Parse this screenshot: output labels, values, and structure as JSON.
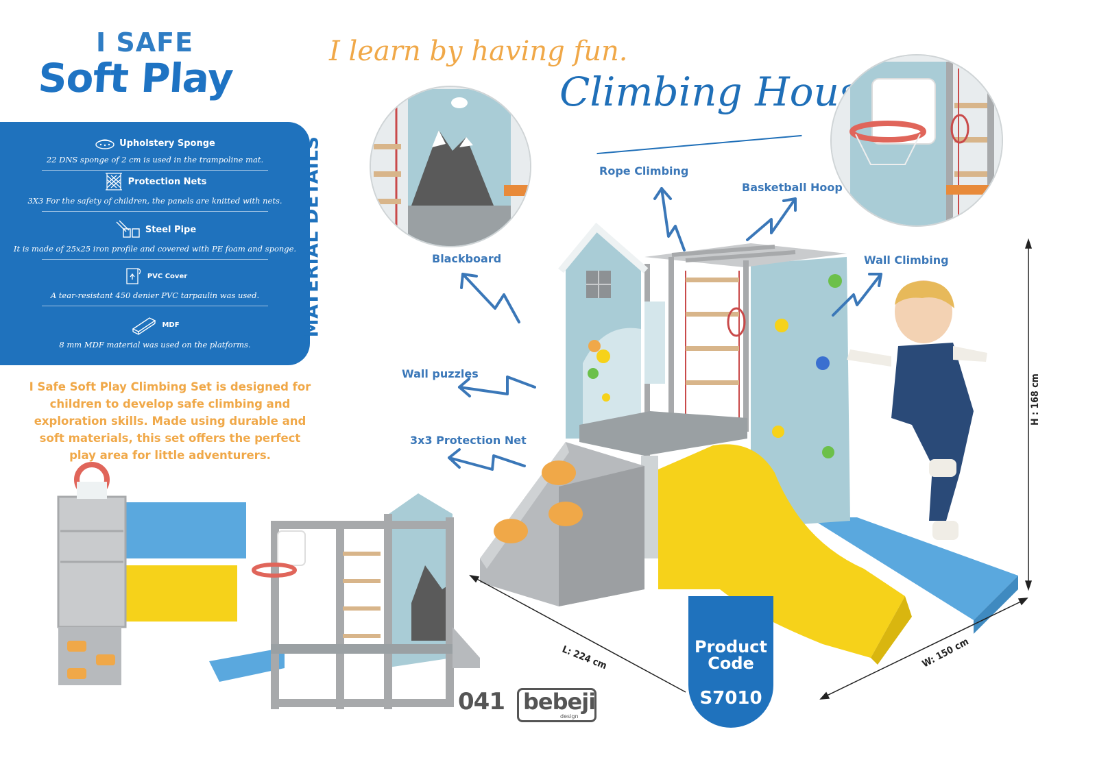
{
  "brand": {
    "line1": "I SAFE",
    "line2": "Soft Play"
  },
  "tagline": "I learn by having fun.",
  "headline": "Climbing House",
  "materials": {
    "vertical_title": "MATERIAL DETAILS",
    "items": [
      {
        "icon": "sponge-icon",
        "title": "Upholstery Sponge",
        "desc": "22 DNS sponge of 2 cm is used in the trampoline mat."
      },
      {
        "icon": "net-icon",
        "title": "Protection Nets",
        "desc": "3X3 For the safety of children, the panels are knitted with nets."
      },
      {
        "icon": "pipe-icon",
        "title": "Steel Pipe",
        "desc": "It is made of 25x25  iron profile and covered with PE foam and sponge."
      },
      {
        "icon": "pvc-icon",
        "title": "PVC Cover",
        "desc": "A tear-resistant 450 denier PVC tarpaulin was used."
      },
      {
        "icon": "mdf-icon",
        "title": "MDF",
        "desc": "8 mm MDF material was used on the platforms."
      }
    ]
  },
  "blurb": "I Safe Soft Play Climbing Set is designed for children to develop safe climbing and exploration skills. Made using durable and soft materials, this set offers the perfect play area for little adventurers.",
  "callouts": {
    "rope_climbing": "Rope Climbing",
    "basketball_hoop": "Basketball Hoop",
    "blackboard": "Blackboard",
    "wall_climbing": "Wall Climbing",
    "wall_puzzles": "Wall puzzles",
    "protection_net": "3x3 Protection Net"
  },
  "dimensions": {
    "height": "H : 168 cm",
    "length": "L: 224 cm",
    "width": "W: 150 cm"
  },
  "product": {
    "label": "Product Code",
    "code": "S7010"
  },
  "footer": {
    "number": "041",
    "logo": "bebeji",
    "logo_sub": "design"
  },
  "colors": {
    "brand_blue": "#1f72bd",
    "accent_orange": "#f0a848",
    "slide_yellow": "#f6d21a",
    "mat_blue": "#5aa8de",
    "panel_mint": "#a9ccd6",
    "frame_grey": "#a7a9ab"
  }
}
